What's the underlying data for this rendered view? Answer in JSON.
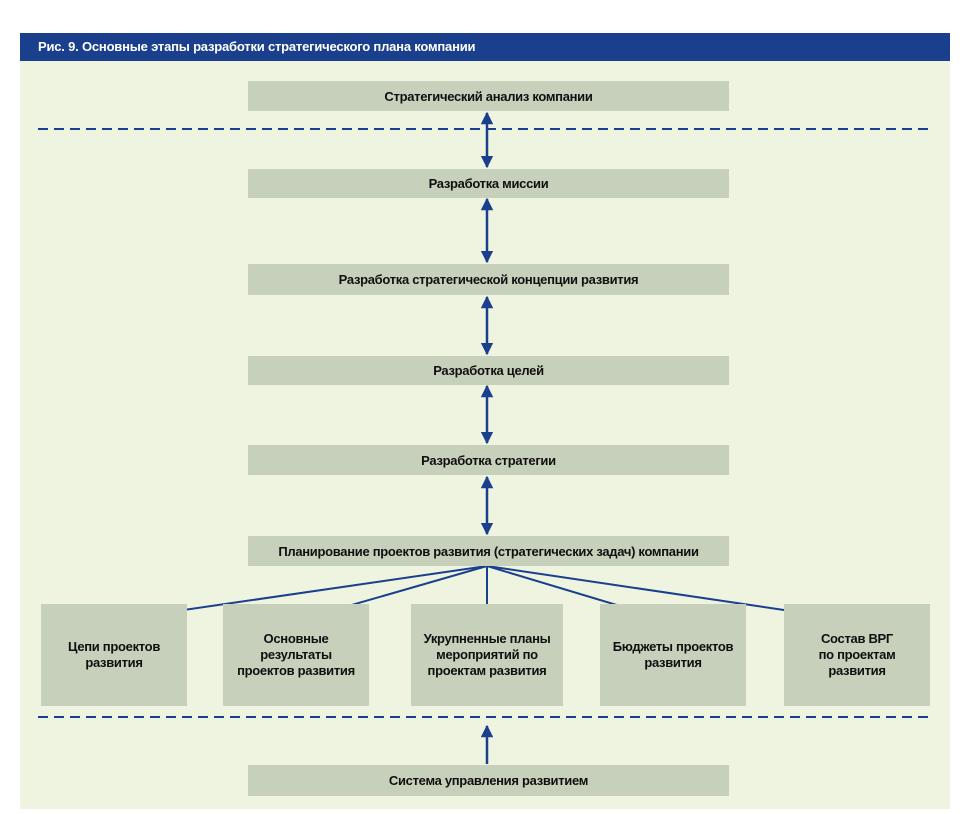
{
  "title": "Рис. 9. Основные этапы разработки стратегического плана компании",
  "stages": [
    "Стратегический анализ компании",
    "Разработка миссии",
    "Разработка стратегической концепции развития",
    "Разработка целей",
    "Разработка стратегии",
    "Планирование проектов развития (стратегических задач) компании"
  ],
  "outputs": [
    "Цепи проектов\nразвития",
    "Основные\nрезультаты\nпроектов развития",
    "Укрупненные планы\nмероприятий по\nпроектам развития",
    "Бюджеты проектов\nразвития",
    "Состав ВРГ\nпо проектам\nразвития"
  ],
  "bottom": "Система управления развитием",
  "colors": {
    "title_bar": "#1a3f8c",
    "background": "#eef4e0",
    "box": "#c6d0bb",
    "arrow": "#1a3f8c"
  }
}
